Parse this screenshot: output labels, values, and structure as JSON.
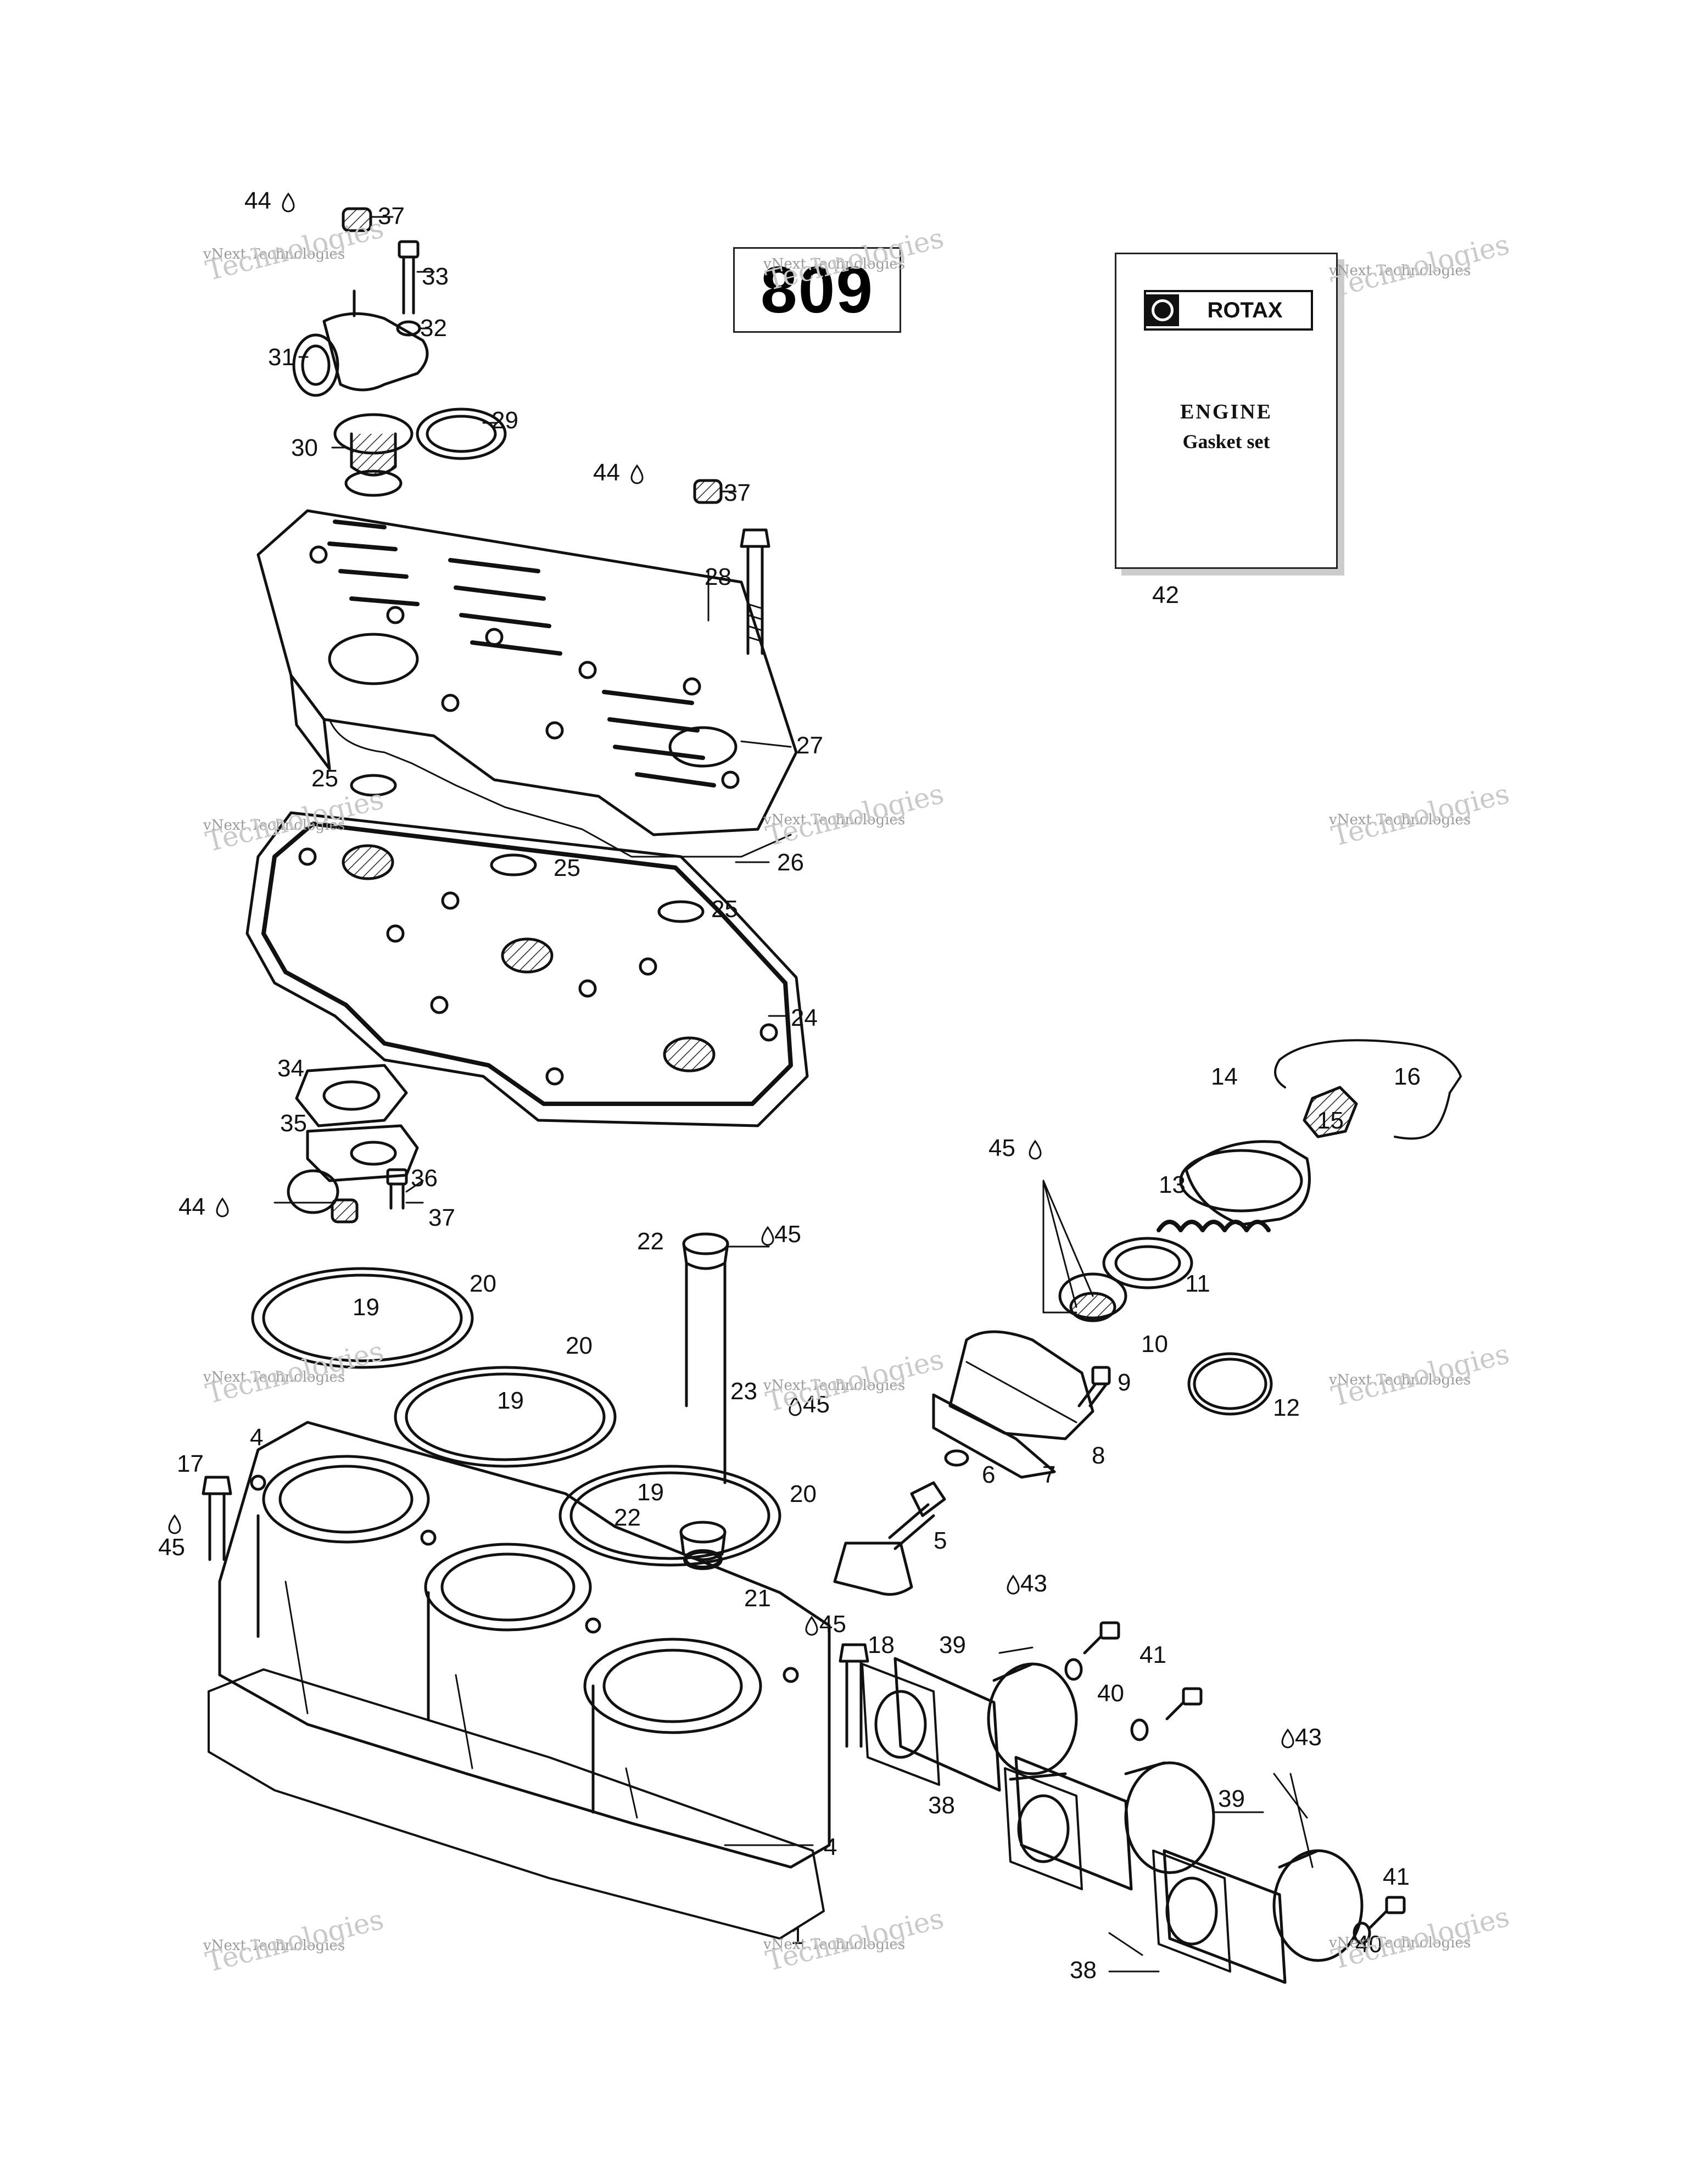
{
  "part_code": "809",
  "manual": {
    "brand": "ROTAX",
    "title": "ENGINE",
    "subtitle": "Gasket set"
  },
  "watermark": {
    "line1": "vNext Technologies",
    "line2": "Technologies"
  },
  "callouts": [
    {
      "id": "c44a",
      "text": "44"
    },
    {
      "id": "c37a",
      "text": "37"
    },
    {
      "id": "c33",
      "text": "33"
    },
    {
      "id": "c32",
      "text": "32"
    },
    {
      "id": "c31",
      "text": "31"
    },
    {
      "id": "c30",
      "text": "30"
    },
    {
      "id": "c29",
      "text": "29"
    },
    {
      "id": "c44b",
      "text": "44"
    },
    {
      "id": "c37b",
      "text": "37"
    },
    {
      "id": "c28",
      "text": "28"
    },
    {
      "id": "c27",
      "text": "27"
    },
    {
      "id": "c25a",
      "text": "25"
    },
    {
      "id": "c25b",
      "text": "25"
    },
    {
      "id": "c25c",
      "text": "25"
    },
    {
      "id": "c26",
      "text": "26"
    },
    {
      "id": "c24",
      "text": "24"
    },
    {
      "id": "c34",
      "text": "34"
    },
    {
      "id": "c35",
      "text": "35"
    },
    {
      "id": "c36",
      "text": "36"
    },
    {
      "id": "c44c",
      "text": "44"
    },
    {
      "id": "c37c",
      "text": "37"
    },
    {
      "id": "c42",
      "text": "42"
    },
    {
      "id": "c16",
      "text": "16"
    },
    {
      "id": "c14",
      "text": "14"
    },
    {
      "id": "c15",
      "text": "15"
    },
    {
      "id": "c45a",
      "text": "45"
    },
    {
      "id": "c13",
      "text": "13"
    },
    {
      "id": "c11",
      "text": "11"
    },
    {
      "id": "c10",
      "text": "10"
    },
    {
      "id": "c12",
      "text": "12"
    },
    {
      "id": "c9",
      "text": "9"
    },
    {
      "id": "c8",
      "text": "8"
    },
    {
      "id": "c7",
      "text": "7"
    },
    {
      "id": "c6",
      "text": "6"
    },
    {
      "id": "c5",
      "text": "5"
    },
    {
      "id": "c22a",
      "text": "22"
    },
    {
      "id": "c45b",
      "text": "45"
    },
    {
      "id": "c20a",
      "text": "20"
    },
    {
      "id": "c19a",
      "text": "19"
    },
    {
      "id": "c20b",
      "text": "20"
    },
    {
      "id": "c19b",
      "text": "19"
    },
    {
      "id": "c23",
      "text": "23"
    },
    {
      "id": "c45c",
      "text": "45"
    },
    {
      "id": "c20c",
      "text": "20"
    },
    {
      "id": "c19c",
      "text": "19"
    },
    {
      "id": "c22b",
      "text": "22"
    },
    {
      "id": "c21",
      "text": "21"
    },
    {
      "id": "c17",
      "text": "17"
    },
    {
      "id": "c4a",
      "text": "4"
    },
    {
      "id": "c45d",
      "text": "45"
    },
    {
      "id": "c45e",
      "text": "45"
    },
    {
      "id": "c18",
      "text": "18"
    },
    {
      "id": "c43a",
      "text": "43"
    },
    {
      "id": "c39a",
      "text": "39"
    },
    {
      "id": "c41a",
      "text": "41"
    },
    {
      "id": "c40a",
      "text": "40"
    },
    {
      "id": "c38a",
      "text": "38"
    },
    {
      "id": "c43b",
      "text": "43"
    },
    {
      "id": "c39b",
      "text": "39"
    },
    {
      "id": "c4b",
      "text": "4"
    },
    {
      "id": "c1",
      "text": "1"
    },
    {
      "id": "c38b",
      "text": "38"
    },
    {
      "id": "c41b",
      "text": "41"
    },
    {
      "id": "c40b",
      "text": "40"
    }
  ]
}
